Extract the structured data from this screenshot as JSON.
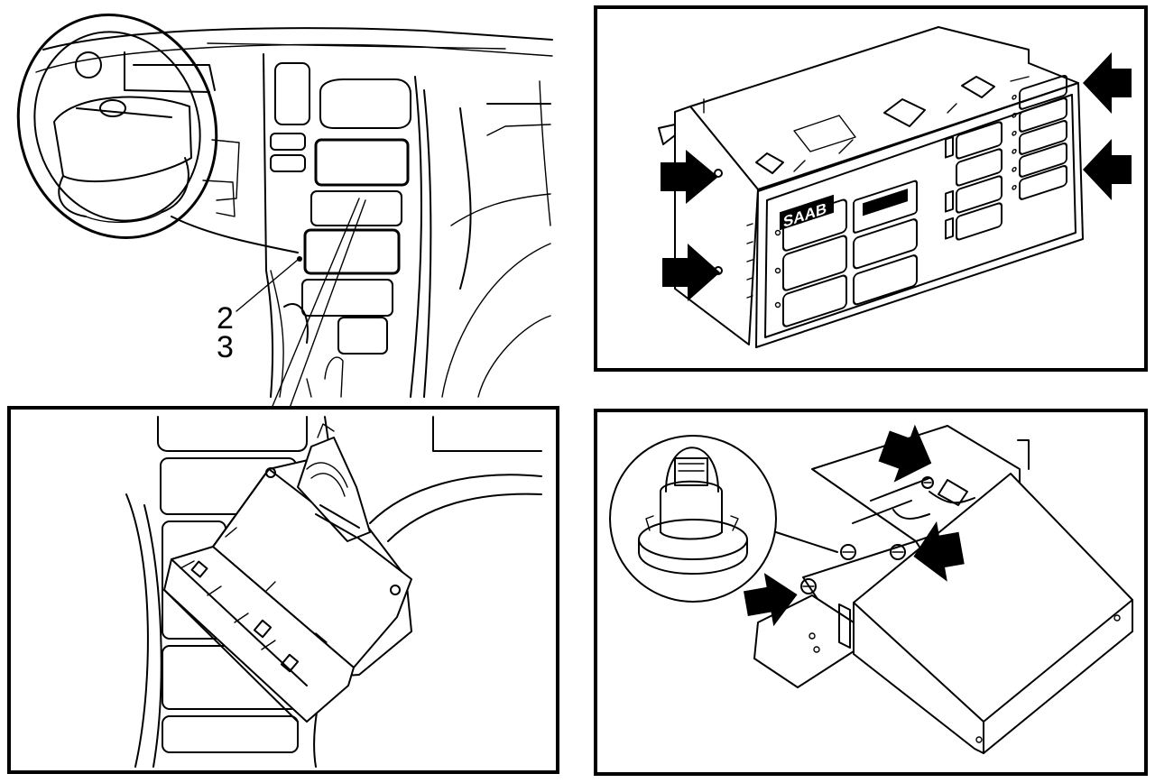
{
  "callouts": {
    "item_top": "2",
    "item_bottom": "3"
  },
  "panel_a": {
    "brand_text": "SAAB"
  },
  "panel_c": {
    "bulb_marking": ""
  }
}
